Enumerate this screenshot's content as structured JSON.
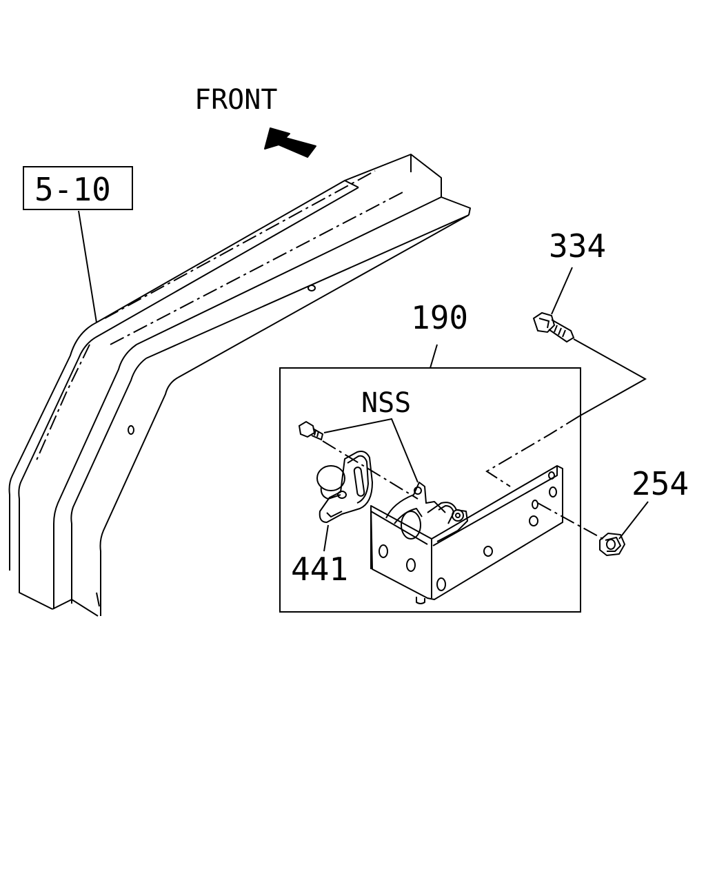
{
  "labels": {
    "front": "FRONT",
    "section_ref": "5-10",
    "callout_190": "190",
    "callout_334": "334",
    "callout_254": "254",
    "callout_441": "441",
    "callout_nss": "NSS"
  },
  "colors": {
    "ink": "#000000",
    "background": "#ffffff"
  },
  "icons": {
    "direction_arrow": "front-arrow-icon"
  }
}
